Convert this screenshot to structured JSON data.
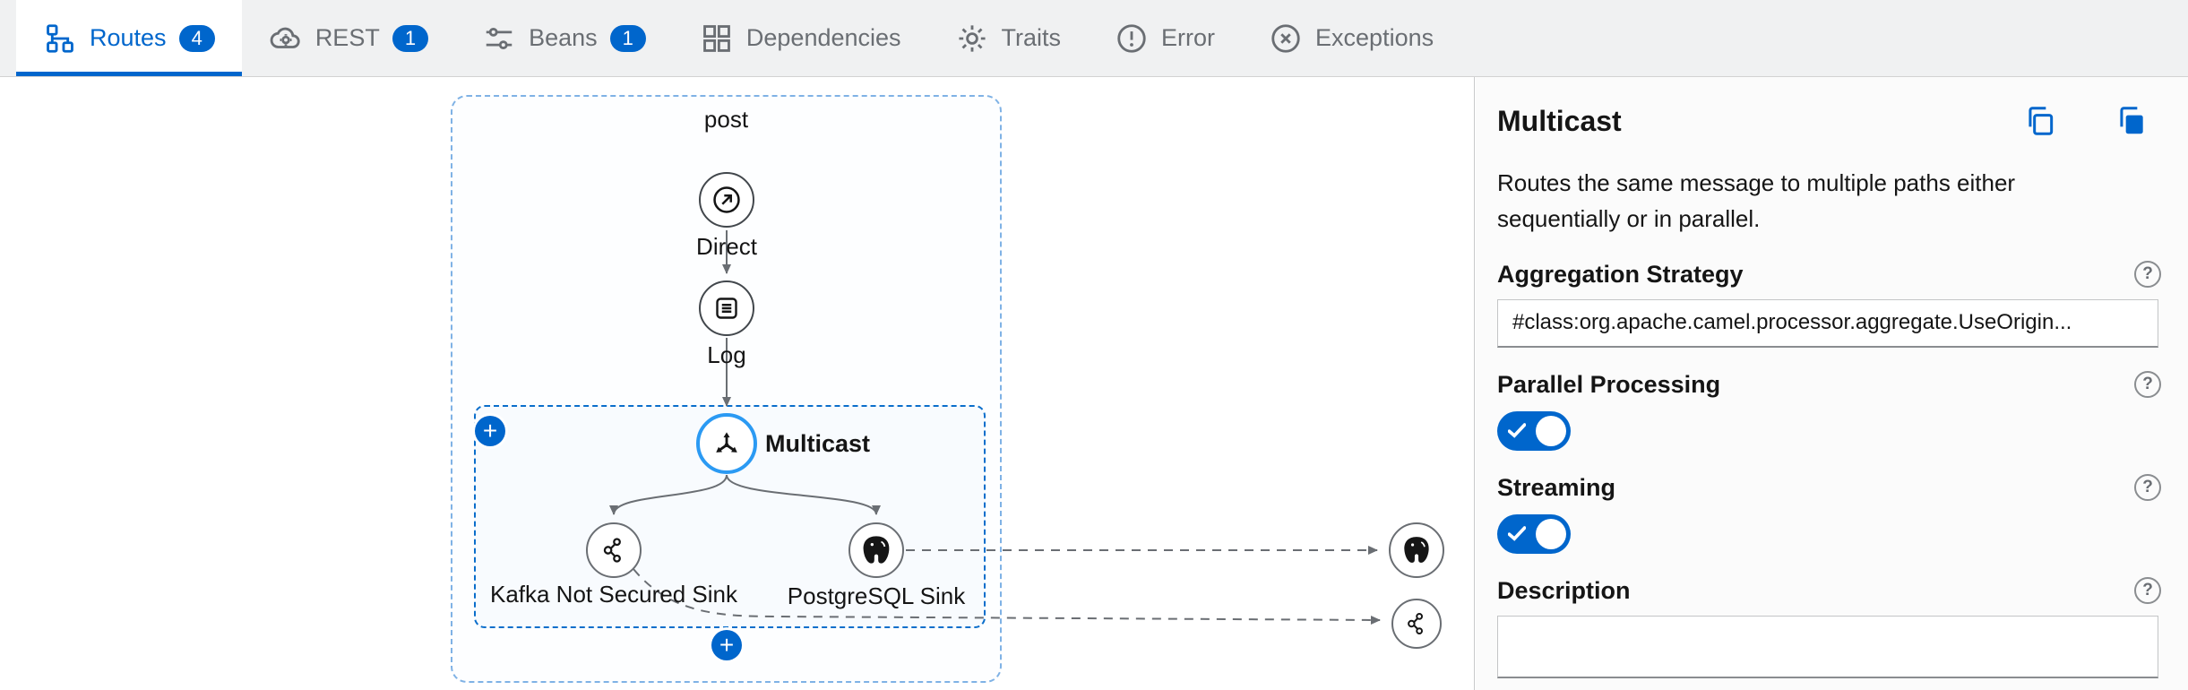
{
  "tabs": [
    {
      "label": "Routes",
      "badge": "4"
    },
    {
      "label": "REST",
      "badge": "1"
    },
    {
      "label": "Beans",
      "badge": "1"
    },
    {
      "label": "Dependencies"
    },
    {
      "label": "Traits"
    },
    {
      "label": "Error"
    },
    {
      "label": "Exceptions"
    }
  ],
  "icons": {
    "plus": "+",
    "help": "?"
  },
  "canvas": {
    "group_label": "post",
    "nodes": {
      "direct": {
        "label": "Direct"
      },
      "log": {
        "label": "Log"
      },
      "multicast": {
        "label": "Multicast"
      },
      "kafka_sink": {
        "label": "Kafka Not Secured Sink"
      },
      "postgres_sink": {
        "label": "PostgreSQL Sink"
      }
    }
  },
  "panel": {
    "title": "Multicast",
    "description": "Routes the same message to multiple paths either sequentially or in parallel.",
    "aggregation_strategy": {
      "label": "Aggregation Strategy",
      "value": "#class:org.apache.camel.processor.aggregate.UseOrigin..."
    },
    "parallel_processing": {
      "label": "Parallel Processing",
      "enabled": true
    },
    "streaming": {
      "label": "Streaming",
      "enabled": true
    },
    "description_field": {
      "label": "Description",
      "value": ""
    }
  },
  "colors": {
    "accent": "#0066cc",
    "selection": "#2b9af3",
    "muted": "#6a6e73"
  }
}
